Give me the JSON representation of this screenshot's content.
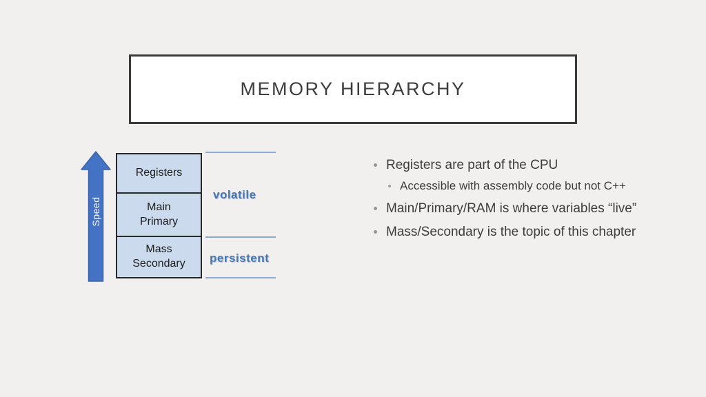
{
  "slide": {
    "title": "MEMORY HIERARCHY",
    "diagram": {
      "speed_label": "Speed",
      "levels": [
        {
          "label": "Registers"
        },
        {
          "label": "Main\nPrimary"
        },
        {
          "label": "Mass\nSecondary"
        }
      ],
      "volatile_label": "volatile",
      "persistent_label": "persistent"
    },
    "bullets": {
      "b1": "Registers are part of the CPU",
      "b2": "Accessible with assembly code but not C++",
      "b3": "Main/Primary/RAM is where variables “live”",
      "b4": "Mass/Secondary is the topic of this chapter"
    },
    "colors": {
      "background": "#f1f0ee",
      "accent_blue": "#4472c4",
      "arrow_border": "#3a63a8",
      "cell_fill": "#cbdaec",
      "cell_border": "#282828",
      "bracket_line": "#8ca8cf",
      "label_blue": "#4a76ad",
      "text_dark": "#3d3d3d",
      "title_border": "#3a3a3a"
    }
  }
}
